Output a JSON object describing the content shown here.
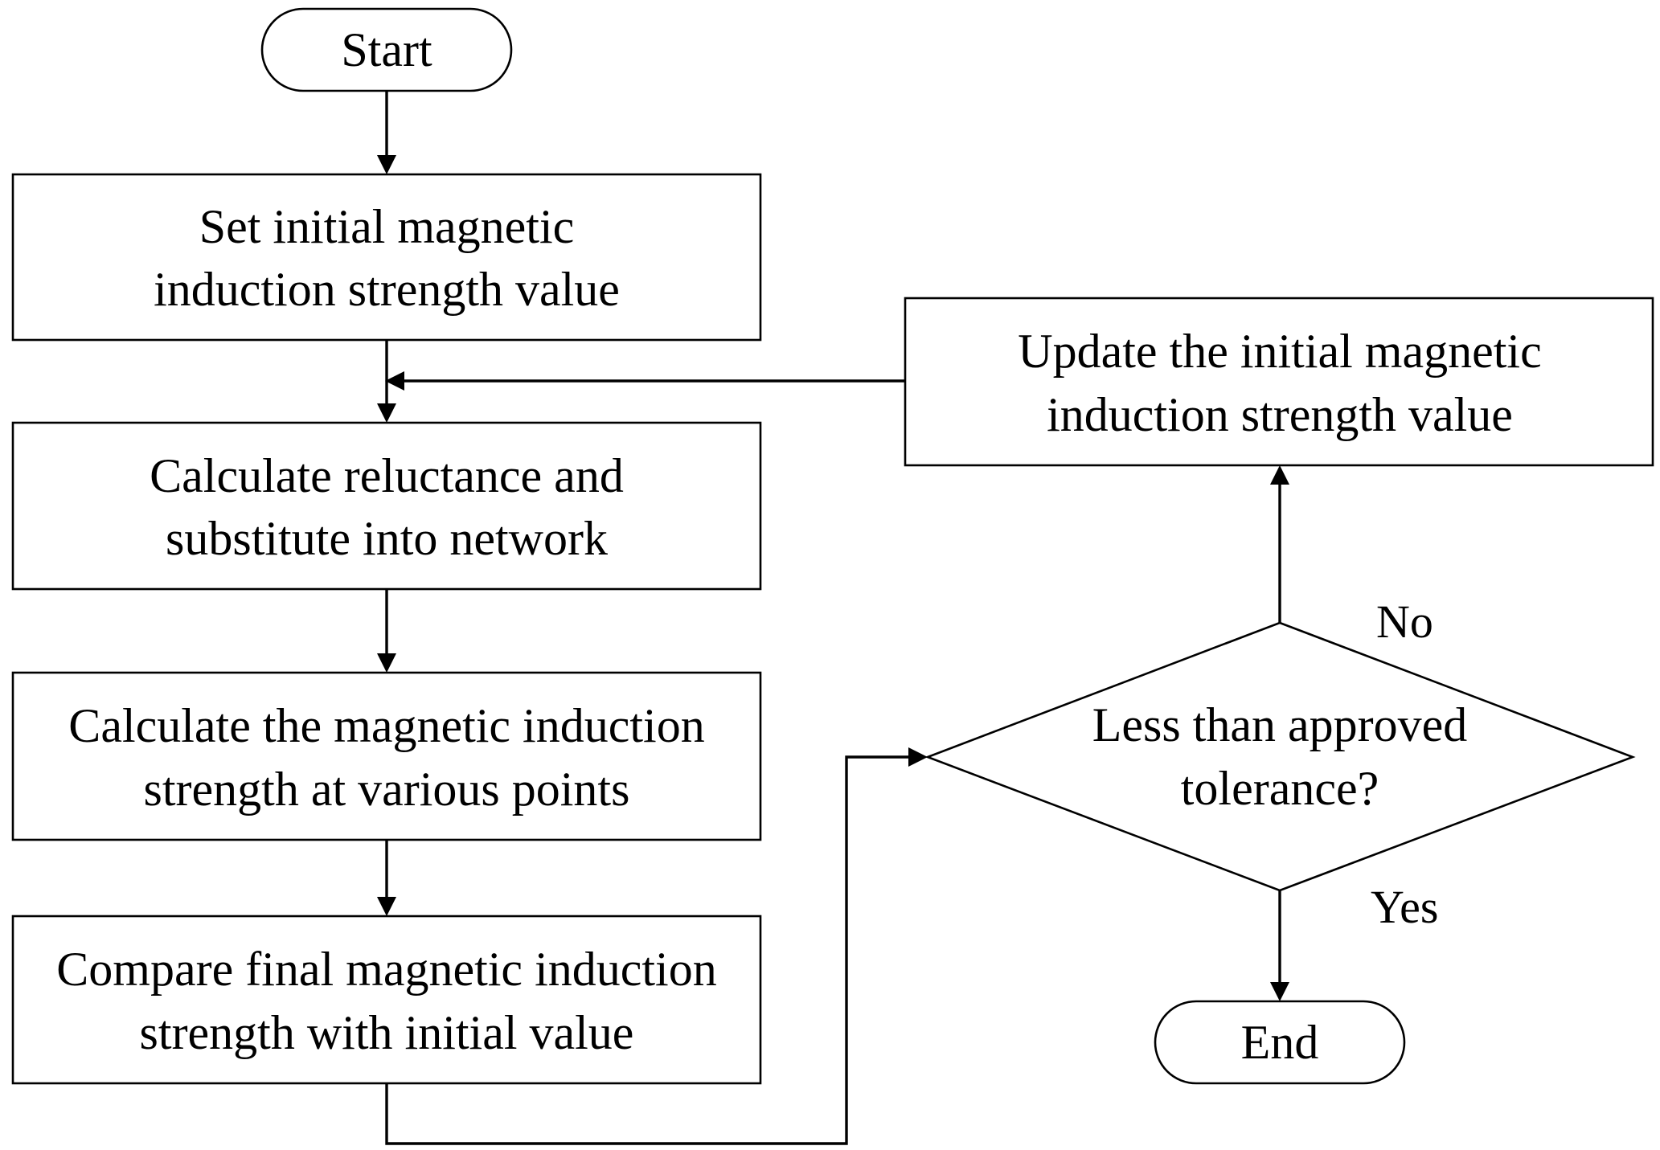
{
  "diagram": {
    "nodes": {
      "start": "Start",
      "set_initial": [
        "Set initial magnetic",
        "induction strength value"
      ],
      "calc_reluctance": [
        "Calculate reluctance and",
        "substitute into network"
      ],
      "calc_induction": [
        "Calculate the magnetic induction",
        "strength at various points"
      ],
      "compare": [
        "Compare final magnetic induction",
        "strength with initial value"
      ],
      "decision": [
        "Less than approved",
        "tolerance?"
      ],
      "update": [
        "Update the initial magnetic",
        "induction strength value"
      ],
      "end": "End"
    },
    "edge_labels": {
      "no": "No",
      "yes": "Yes"
    }
  }
}
